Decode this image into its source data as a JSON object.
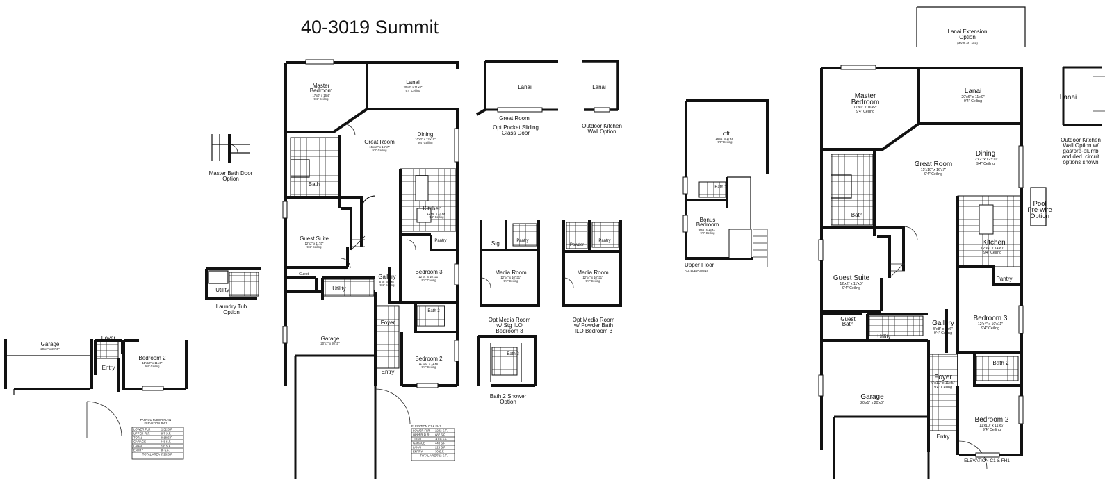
{
  "title": "40-3019 Summit",
  "plan_a": {
    "master_bedroom": {
      "name": "Master\nBedroom",
      "size": "17'x0\" x 16'4\"",
      "ceiling": "9'4\" Ceiling"
    },
    "lanai": {
      "name": "Lanai",
      "size": "20'x6\" x 11'x0\"",
      "ceiling": "9'4\" Ceiling"
    },
    "great_room": {
      "name": "Great Room",
      "size": "15'x10\" x 16'x7\"",
      "ceiling": "9'4\" Ceiling"
    },
    "dining": {
      "name": "Dining",
      "size": "10'x2\" x 12'x10\"",
      "ceiling": "9'4\" Ceiling"
    },
    "bath": "Bath",
    "kitchen": {
      "name": "Kitchen",
      "size": "12'x6\" x 14'x0\"",
      "ceiling": "9'4\" Ceiling"
    },
    "guest_suite": {
      "name": "Guest Suite",
      "size": "12'x2\" x 11'x0\"",
      "ceiling": "9'4\" Ceiling"
    },
    "pantry": "Pantry",
    "bedroom3": {
      "name": "Bedroom 3",
      "size": "12'x4\" x 10'x11\"",
      "ceiling": "9'4\" Ceiling"
    },
    "guest_bath": "Guest\nBath",
    "utility": "Utility",
    "gallery": {
      "name": "Gallery",
      "size": "5'x8\" x 7'x6\"",
      "ceiling": "9'4\" Ceiling"
    },
    "bath2": "Bath 2",
    "foyer": "Foyer",
    "garage": {
      "name": "Garage",
      "size": "20'x1\" x 20'x0\""
    },
    "bedroom2": {
      "name": "Bedroom 2",
      "size": "11'x10\" x 11'x6\"",
      "ceiling": "9'4\" Ceiling"
    },
    "entry": "Entry"
  },
  "options": {
    "master_bath_door": "Master Bath Door\nOption",
    "laundry_tub": "Laundry Tub\nOption",
    "laundry_utility": "Utility",
    "lanai1": "Lanai",
    "great_room_opt": "Great Room",
    "pocket_sliding": "Opt Pocket Sliding\nGlass Door",
    "lanai2": "Lanai",
    "outdoor_kitchen": "Outdoor Kitchen\nWall Option",
    "media1": {
      "stg": "Stg.",
      "pantry": "Pantry",
      "name": "Media Room",
      "size": "12'x4\" x 10'x11\"",
      "ceiling": "9'4\" Ceiling"
    },
    "media1_caption": "Opt Media Room\nw/ Stg ILO\nBedroom 3",
    "media2": {
      "powder": "Powder",
      "pantry": "Pantry",
      "name": "Media Room",
      "size": "12'x4\" x 10'x11\"",
      "ceiling": "9'4\" Ceiling"
    },
    "media2_caption": "Opt Media Room\nw/ Powder Bath\nILO Bedroom 3",
    "bath2_shower": "Bath 2",
    "bath2_shower_caption": "Bath 2 Shower\nOption"
  },
  "partial": {
    "garage": {
      "name": "Garage",
      "size": "20'x1\" x 20'x0\""
    },
    "foyer": "Foyer",
    "entry": "Entry",
    "bedroom2": {
      "name": "Bedroom 2",
      "size": "11'x10\" x 11'x6\"",
      "ceiling": "9'4\" Ceiling"
    },
    "title": "PARTIAL FLOOR PLAN\nELEVATION BW1"
  },
  "area_tables": [
    {
      "rows": [
        [
          "LOWER FLR",
          "2232 S.F."
        ],
        [
          "UPPER FLR",
          "687 S.F."
        ],
        [
          "TOTAL",
          "3018 S.F."
        ],
        [
          "GARAGE",
          "448 S.F."
        ],
        [
          "LANAI",
          "226 S.F."
        ],
        [
          "ENTRY",
          "36 S.F."
        ]
      ],
      "total_label": "TOTAL AREA",
      "total_value": "3728 S.F."
    },
    {
      "title": "ELEVATION C1 & FH1",
      "rows": [
        [
          "LOWER FLR",
          "2232 S.F."
        ],
        [
          "UPPER FLR",
          "687 S.F."
        ],
        [
          "TOTAL",
          "3018 S.F."
        ],
        [
          "GARAGE",
          "448 S.F."
        ],
        [
          "LANAI",
          "226 S.F."
        ],
        [
          "ENTRY",
          "30 S.F."
        ]
      ],
      "total_label": "TOTAL AREA",
      "total_value": "3722 S.F."
    }
  ],
  "upper": {
    "loft": {
      "name": "Loft",
      "size": "16'x4\" x 17'x6\"",
      "ceiling": "9'0\" Ceiling"
    },
    "bath3": "Bath 3",
    "bonus": {
      "name": "Bonus\nBedroom",
      "size": "9'x6\" x 13'x1\"",
      "ceiling": "9'0\" Ceiling"
    },
    "caption": "Upper Floor",
    "caption_sub": "ALL ELEVATIONS"
  },
  "plan_b": {
    "lanai_ext": "Lanai Extension\nOption",
    "lanai_ext_sub": "(Width of Lanai)",
    "master_bedroom": {
      "name": "Master\nBedroom",
      "size": "17'x0\" x 16'x2\"",
      "ceiling": "9'4\" Ceiling"
    },
    "lanai": {
      "name": "Lanai",
      "size": "20'x6\" x 11'x0\"",
      "ceiling": "9'4\" Ceiling"
    },
    "great_room": {
      "name": "Great Room",
      "size": "15'x10\" x 16'x7\"",
      "ceiling": "9'4\" Ceiling"
    },
    "dining": {
      "name": "Dining",
      "size": "12'x2\" x 12'x10\"",
      "ceiling": "9'4\" Ceiling"
    },
    "bath": "Bath",
    "kitchen": {
      "name": "Kitchen",
      "size": "12'x6\" x 14'x0\"",
      "ceiling": "9'4\" Ceiling"
    },
    "pantry": "Pantry",
    "guest_suite": {
      "name": "Guest Suite",
      "size": "12'x2\" x 11'x0\"",
      "ceiling": "9'4\" Ceiling"
    },
    "bedroom3": {
      "name": "Bedroom 3",
      "size": "12'x4\" x 10'x11\"",
      "ceiling": "9'4\" Ceiling"
    },
    "guest_bath": "Guest\nBath",
    "utility": "Utility",
    "gallery": {
      "name": "Gallery",
      "size": "5'x8\" x 7'x6\"",
      "ceiling": "9'4\" Ceiling"
    },
    "bath2": "Bath 2",
    "foyer": {
      "name": "Foyer",
      "size": "9'x10\" x 11'x5\"",
      "ceiling": "9'4\" Ceiling"
    },
    "garage": {
      "name": "Garage",
      "size": "20'x1\" x 20'x0\""
    },
    "bedroom2": {
      "name": "Bedroom 2",
      "size": "11'x10\" x 11'x6\"",
      "ceiling": "9'4\" Ceiling"
    },
    "entry": "Entry",
    "elevation": "ELEVATION C1 & FH1",
    "lanai_opt": "Lanai",
    "outdoor_kitchen": "Outdoor Kitchen\nWall Option w/\ngas/pre-plumb\nand ded. circuit\noptions shown",
    "pool": "Pool\nPre-wire\nOption"
  }
}
